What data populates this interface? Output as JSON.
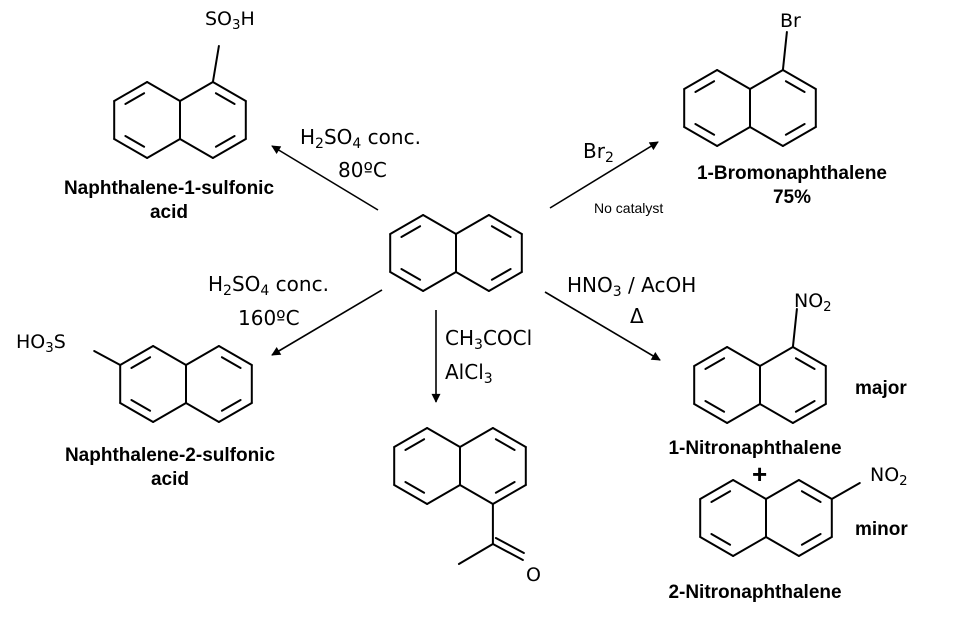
{
  "colors": {
    "ink": "#000000",
    "background": "#ffffff"
  },
  "groups": {
    "so3h_top": {
      "a": "SO",
      "b": "3",
      "c": "H"
    },
    "ho3s": {
      "a": "HO",
      "b": "3",
      "c": "S"
    },
    "br": "Br",
    "no2_major": {
      "a": "NO",
      "b": "2"
    },
    "no2_minor": {
      "a": "NO",
      "b": "2"
    },
    "oxygen": "O"
  },
  "reactions": {
    "sulfonation_1": {
      "r1": "H",
      "r2": "2",
      "r3": "SO",
      "r4": "4",
      "r5": " conc.",
      "temp": "80ºC"
    },
    "sulfonation_2": {
      "r1": "H",
      "r2": "2",
      "r3": "SO",
      "r4": "4",
      "r5": " conc.",
      "temp": "160ºC"
    },
    "bromination": {
      "r1": "Br",
      "r2": "2",
      "note": "No catalyst"
    },
    "nitration": {
      "r1": "HNO",
      "r2": "3",
      "r3": " / AcOH",
      "heat": "Δ"
    },
    "acylation": {
      "r1": "CH",
      "r2": "3",
      "r3": "COCl",
      "cat1": "AlCl",
      "cat2": "3"
    }
  },
  "products": {
    "sulfonic_1": {
      "line1": "Naphthalene-1-sulfonic",
      "line2": "acid"
    },
    "sulfonic_2": {
      "line1": "Naphthalene-2-sulfonic",
      "line2": "acid"
    },
    "bromo": {
      "name": "1-Bromonaphthalene",
      "yield": "75%"
    },
    "nitro_1": {
      "name": "1-Nitronaphthalene",
      "tag": "major"
    },
    "nitro_2": {
      "name": "2-Nitronaphthalene",
      "tag": "minor"
    },
    "plus": "+"
  }
}
